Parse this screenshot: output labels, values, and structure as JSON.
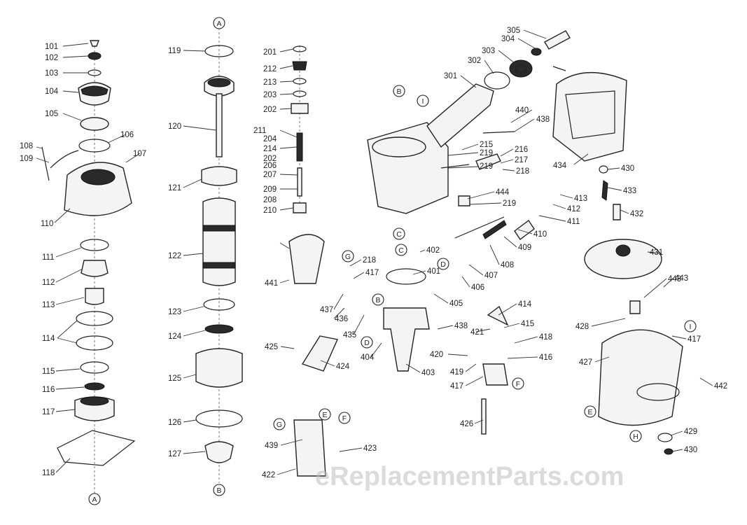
{
  "watermark": "eReplacementParts.com",
  "part_labels": [
    {
      "id": "p101",
      "text": "101"
    },
    {
      "id": "p102",
      "text": "102"
    },
    {
      "id": "p103",
      "text": "103"
    },
    {
      "id": "p104",
      "text": "104"
    },
    {
      "id": "p105",
      "text": "105"
    },
    {
      "id": "p106",
      "text": "106"
    },
    {
      "id": "p107",
      "text": "107"
    },
    {
      "id": "p108",
      "text": "108"
    },
    {
      "id": "p109",
      "text": "109"
    },
    {
      "id": "p110",
      "text": "110"
    },
    {
      "id": "p111",
      "text": "111"
    },
    {
      "id": "p112",
      "text": "112"
    },
    {
      "id": "p113",
      "text": "113"
    },
    {
      "id": "p114",
      "text": "114"
    },
    {
      "id": "p115",
      "text": "115"
    },
    {
      "id": "p116",
      "text": "116"
    },
    {
      "id": "p117",
      "text": "117"
    },
    {
      "id": "p118",
      "text": "118"
    },
    {
      "id": "p119",
      "text": "119"
    },
    {
      "id": "p120",
      "text": "120"
    },
    {
      "id": "p121",
      "text": "121"
    },
    {
      "id": "p122",
      "text": "122"
    },
    {
      "id": "p123",
      "text": "123"
    },
    {
      "id": "p124",
      "text": "124"
    },
    {
      "id": "p125",
      "text": "125"
    },
    {
      "id": "p126",
      "text": "126"
    },
    {
      "id": "p127",
      "text": "127"
    },
    {
      "id": "p201",
      "text": "201"
    },
    {
      "id": "p212",
      "text": "212"
    },
    {
      "id": "p213",
      "text": "213"
    },
    {
      "id": "p203",
      "text": "203"
    },
    {
      "id": "p202",
      "text": "202"
    },
    {
      "id": "p211",
      "text": "211"
    },
    {
      "id": "p204",
      "text": "204"
    },
    {
      "id": "p214",
      "text": "214"
    },
    {
      "id": "p202b",
      "text": "202"
    },
    {
      "id": "p206",
      "text": "206"
    },
    {
      "id": "p207",
      "text": "207"
    },
    {
      "id": "p209",
      "text": "209"
    },
    {
      "id": "p208",
      "text": "208"
    },
    {
      "id": "p210",
      "text": "210"
    },
    {
      "id": "p305",
      "text": "305"
    },
    {
      "id": "p304",
      "text": "304"
    },
    {
      "id": "p303",
      "text": "303"
    },
    {
      "id": "p302",
      "text": "302"
    },
    {
      "id": "p301",
      "text": "301"
    },
    {
      "id": "p440",
      "text": "440"
    },
    {
      "id": "p438a",
      "text": "438"
    },
    {
      "id": "p215",
      "text": "215"
    },
    {
      "id": "p219a",
      "text": "219"
    },
    {
      "id": "p216",
      "text": "216"
    },
    {
      "id": "p219b",
      "text": "219"
    },
    {
      "id": "p217",
      "text": "217"
    },
    {
      "id": "p218a",
      "text": "218"
    },
    {
      "id": "p434",
      "text": "434"
    },
    {
      "id": "p430a",
      "text": "430"
    },
    {
      "id": "p433",
      "text": "433"
    },
    {
      "id": "p432",
      "text": "432"
    },
    {
      "id": "p444",
      "text": "444"
    },
    {
      "id": "p219c",
      "text": "219"
    },
    {
      "id": "p413",
      "text": "413"
    },
    {
      "id": "p412",
      "text": "412"
    },
    {
      "id": "p411",
      "text": "411"
    },
    {
      "id": "p410",
      "text": "410"
    },
    {
      "id": "p409",
      "text": "409"
    },
    {
      "id": "p408",
      "text": "408"
    },
    {
      "id": "p407",
      "text": "407"
    },
    {
      "id": "p406",
      "text": "406"
    },
    {
      "id": "p405",
      "text": "405"
    },
    {
      "id": "p401",
      "text": "401"
    },
    {
      "id": "p402",
      "text": "402"
    },
    {
      "id": "p431",
      "text": "431"
    },
    {
      "id": "p443a",
      "text": "443"
    },
    {
      "id": "p441",
      "text": "441"
    },
    {
      "id": "p218b",
      "text": "218"
    },
    {
      "id": "p417a",
      "text": "417"
    },
    {
      "id": "p437",
      "text": "437"
    },
    {
      "id": "p436",
      "text": "436"
    },
    {
      "id": "p435",
      "text": "435"
    },
    {
      "id": "p404",
      "text": "404"
    },
    {
      "id": "p403",
      "text": "403"
    },
    {
      "id": "p438b",
      "text": "438"
    },
    {
      "id": "p414",
      "text": "414"
    },
    {
      "id": "p421",
      "text": "421"
    },
    {
      "id": "p415",
      "text": "415"
    },
    {
      "id": "p418",
      "text": "418"
    },
    {
      "id": "p416",
      "text": "416"
    },
    {
      "id": "p420",
      "text": "420"
    },
    {
      "id": "p419",
      "text": "419"
    },
    {
      "id": "p417b",
      "text": "417"
    },
    {
      "id": "p426",
      "text": "426"
    },
    {
      "id": "p443b",
      "text": "443"
    },
    {
      "id": "p428",
      "text": "428"
    },
    {
      "id": "p417c",
      "text": "417"
    },
    {
      "id": "p427",
      "text": "427"
    },
    {
      "id": "p442",
      "text": "442"
    },
    {
      "id": "p429",
      "text": "429"
    },
    {
      "id": "p430b",
      "text": "430"
    },
    {
      "id": "p425",
      "text": "425"
    },
    {
      "id": "p424",
      "text": "424"
    },
    {
      "id": "p439",
      "text": "439"
    },
    {
      "id": "p423",
      "text": "423"
    },
    {
      "id": "p422",
      "text": "422"
    }
  ],
  "ref_markers": [
    {
      "id": "rA1",
      "text": "A"
    },
    {
      "id": "rA2",
      "text": "A"
    },
    {
      "id": "rB1",
      "text": "B"
    },
    {
      "id": "rB2",
      "text": "B"
    },
    {
      "id": "rB3",
      "text": "B"
    },
    {
      "id": "rC1",
      "text": "C"
    },
    {
      "id": "rC2",
      "text": "C"
    },
    {
      "id": "rD1",
      "text": "D"
    },
    {
      "id": "rD2",
      "text": "D"
    },
    {
      "id": "rE1",
      "text": "E"
    },
    {
      "id": "rE2",
      "text": "E"
    },
    {
      "id": "rF1",
      "text": "F"
    },
    {
      "id": "rF2",
      "text": "F"
    },
    {
      "id": "rG1",
      "text": "G"
    },
    {
      "id": "rG2",
      "text": "G"
    },
    {
      "id": "rH1",
      "text": "H"
    },
    {
      "id": "rI1",
      "text": "I"
    },
    {
      "id": "rI2",
      "text": "I"
    }
  ]
}
